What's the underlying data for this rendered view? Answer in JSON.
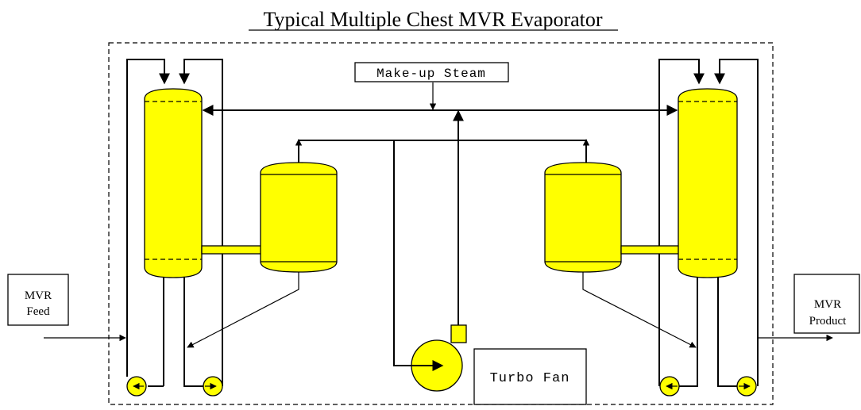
{
  "title": "Typical Multiple Chest MVR Evaporator",
  "labels": {
    "makeup_steam": "Make-up Steam",
    "feed_line1": "MVR",
    "feed_line2": "Feed",
    "product_line1": "MVR",
    "product_line2": "Product",
    "turbo_fan": "Turbo Fan"
  },
  "colors": {
    "vessel_fill": "#ffff00",
    "line": "#000000"
  }
}
